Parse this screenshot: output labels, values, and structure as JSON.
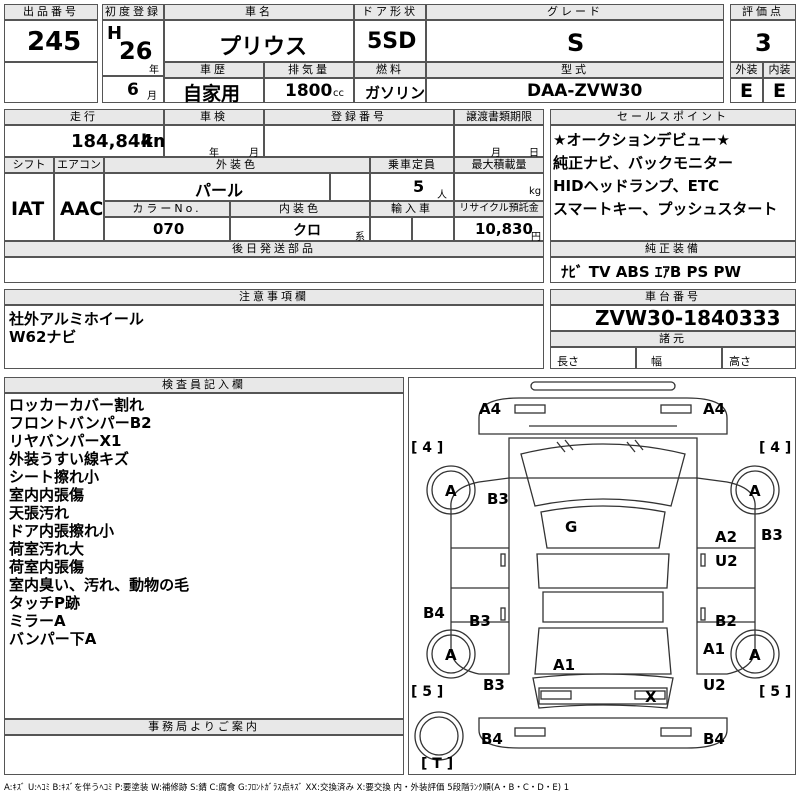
{
  "header": {
    "lot_label": "出品番号",
    "lot_no": "245",
    "first_reg_label": "初度登録",
    "era": "H",
    "year": "26",
    "year_unit": "年",
    "month": "6",
    "month_unit": "月",
    "name_label": "車名",
    "name": "プリウス",
    "door_label": "ドア形状",
    "door": "5SD",
    "grade_label": "グレード",
    "grade": "S",
    "score_label": "評価点",
    "score": "3",
    "history_label": "車歴",
    "history": "自家用",
    "disp_label": "排気量",
    "disp": "1800",
    "disp_unit": "cc",
    "fuel_label": "燃料",
    "fuel": "ガソリン",
    "model_label": "型式",
    "model": "DAA-ZVW30",
    "ext_label": "外装",
    "ext": "E",
    "int_label": "内装",
    "int": "E"
  },
  "specs": {
    "mileage_label": "走行",
    "mileage": "184,844",
    "mileage_unit": "km",
    "inspect_label": "車検",
    "inspect_year": "年",
    "inspect_month": "月",
    "reg_label": "登録番号",
    "transfer_label": "譲渡書類期限",
    "transfer_month": "月",
    "transfer_day": "日",
    "shift_label": "シフト",
    "shift": "IAT",
    "ac_label": "エアコン",
    "ac": "AAC",
    "color_label": "外装色",
    "color": "パール",
    "capacity_label": "乗車定員",
    "capacity": "5",
    "capacity_unit": "人",
    "load_label": "最大積載量",
    "load_unit": "kg",
    "colorno_label": "カラーNo.",
    "colorno": "070",
    "intcolor_label": "内装色",
    "intcolor": "クロ",
    "intcolor_unit": "系",
    "import_label": "輸入車",
    "recycle_label": "リサイクル預託金",
    "recycle": "10,830",
    "recycle_unit": "円",
    "later_label": "後日発送部品"
  },
  "sales": {
    "label": "セールスポイント",
    "lines": [
      "★オークションデビュー★",
      "純正ナビ、バックモニター",
      "HIDヘッドランプ、ETC",
      "スマートキー、プッシュスタート"
    ]
  },
  "equip": {
    "label": "純正装備",
    "value": "ﾅﾋﾞ TV ABS ｴｱB PS PW"
  },
  "notes": {
    "label": "注意事項欄",
    "lines": [
      "社外アルミホイール",
      "W62ナビ"
    ]
  },
  "chassis": {
    "label": "車台番号",
    "value": "ZVW30-1840333",
    "dims_label": "諸元",
    "length": "長さ",
    "width": "幅",
    "height": "高さ"
  },
  "inspector": {
    "label": "検査員記入欄",
    "lines": [
      "ロッカーカバー割れ",
      "フロントバンパーB2",
      "リヤバンパーX1",
      "外装うすい線キズ",
      "シート擦れ小",
      "室内内張傷",
      "天張汚れ",
      "ドア内張擦れ小",
      "荷室汚れ大",
      "荷室内張傷",
      "室内臭い、汚れ、動物の毛",
      "タッチP跡",
      "ミラーA",
      "バンパー下A"
    ]
  },
  "office": {
    "label": "事務局よりご案内"
  },
  "diagram": {
    "marks": [
      "A4",
      "A4",
      "A",
      "A",
      "B3",
      "G",
      "A2",
      "U2",
      "B3",
      "B4",
      "B3",
      "B2",
      "A",
      "A1",
      "A",
      "A1",
      "B3",
      "U2",
      "X",
      "B4",
      "B4"
    ],
    "tyres": [
      "4",
      "4",
      "5",
      "5",
      "T"
    ]
  },
  "legend": "A:ｷｽﾞ U:ﾍｺﾐ B:ｷｽﾞを伴うﾍｺﾐ P:要塗装 W:補修跡 S:錆 C:腐食 G:ﾌﾛﾝﾄｶﾞﾗｽ点ｷｽﾞ XX:交換済み X:要交換 内・外装評価 5段階ﾗﾝｸ順(A・B・C・D・E) 1"
}
